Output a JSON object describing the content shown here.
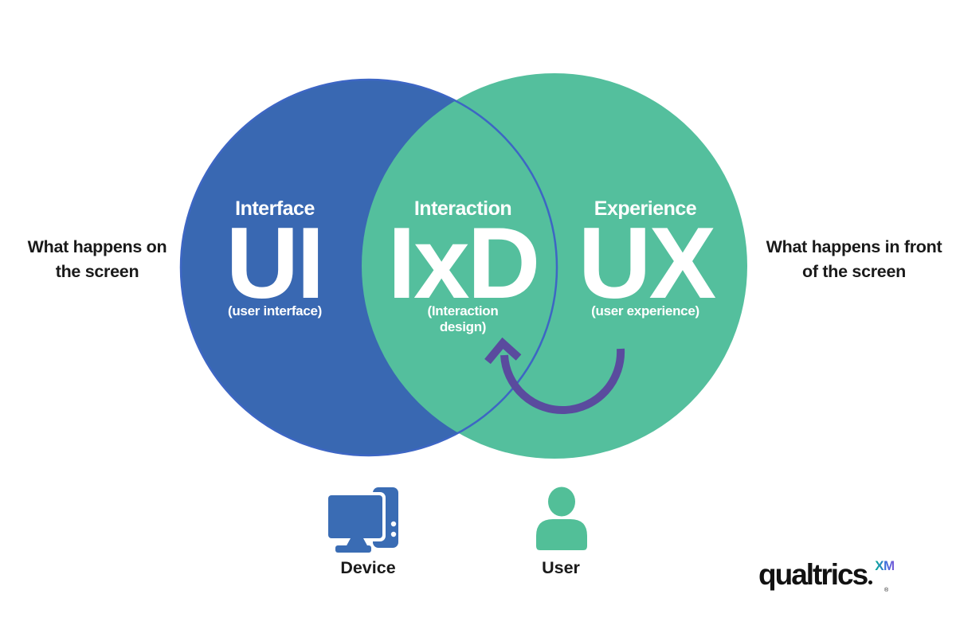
{
  "venn": {
    "ui": {
      "heading": "Interface",
      "acronym": "UI",
      "subheading": "(user interface)"
    },
    "ixd": {
      "heading": "Interaction",
      "acronym": "IxD",
      "subheading": "(Interaction design)"
    },
    "ux": {
      "heading": "Experience",
      "acronym": "UX",
      "subheading": "(user experience)"
    }
  },
  "captions": {
    "left": "What happens on the screen",
    "right": "What happens in front of the screen"
  },
  "legend": {
    "device": "Device",
    "user": "User"
  },
  "logo": {
    "brand": "qualtrics",
    "mark": "XM",
    "registered": "®"
  },
  "icons": {
    "device": "desktop-computer-icon",
    "user": "person-icon"
  },
  "colors": {
    "circle_blue": "#3968B2",
    "circle_green": "#54BF9D",
    "outline_blue": "#3D66C4",
    "arrow_purple": "#5A4B9E",
    "icon_blue": "#3A6CB4",
    "icon_green": "#52BF98",
    "text_white": "#FFFFFF",
    "text_black": "#1A1A1A",
    "logo_black": "#121212",
    "xm_gradient_start": "#00AE8F",
    "xm_gradient_end": "#7E5BD8"
  }
}
